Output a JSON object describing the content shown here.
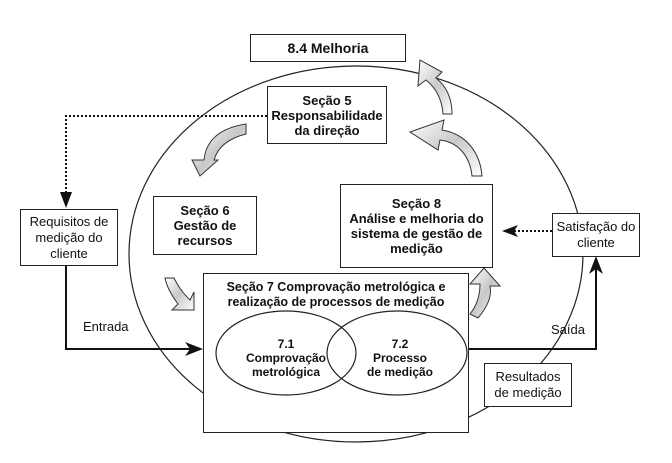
{
  "title_box": "8.4 Melhoria",
  "section5": {
    "line1": "Seção 5",
    "line2": "Responsabilidade",
    "line3": "da direção"
  },
  "section6": {
    "line1": "Seção 6",
    "line2": "Gestão de",
    "line3": "recursos"
  },
  "section8": {
    "line1": "Seção 8",
    "line2": "Análise e melhoria do",
    "line3": "sistema de gestão de",
    "line4": "medição"
  },
  "section7": {
    "line1": "Seção 7 Comprovação metrológica e",
    "line2": "realização de processos de medição",
    "sub71": {
      "line1": "7.1",
      "line2": "Comprovação",
      "line3": "metrológica"
    },
    "sub72": {
      "line1": "7.2",
      "line2": "Processo",
      "line3": "de medição"
    }
  },
  "requisitos": {
    "line1": "Requisitos de",
    "line2": "medição do",
    "line3": "cliente"
  },
  "satisfacao": {
    "line1": "Satisfação do",
    "line2": "cliente"
  },
  "resultados": {
    "line1": "Resultados",
    "line2": "de medição"
  },
  "entrada_label": "Entrada",
  "saida_label": "Saída"
}
